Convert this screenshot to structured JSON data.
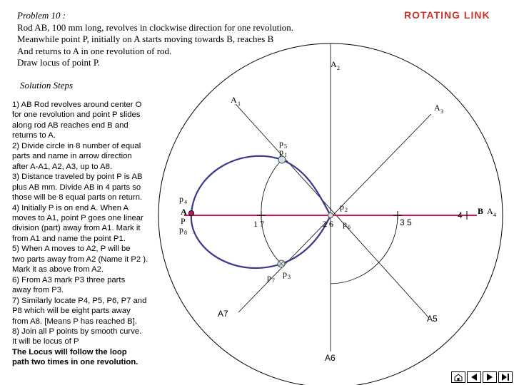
{
  "header": {
    "brand": "ROTATING LINK"
  },
  "problem": {
    "title": "Problem 10 :",
    "lines": [
      "Rod AB, 100 mm long, revolves in clockwise direction for one revolution.",
      "Meanwhile point P, initially on A starts moving towards B, reaches B",
      "And returns to A in one revolution of rod.",
      "Draw locus of point P."
    ]
  },
  "solution": {
    "title": "Solution Steps",
    "lines": [
      "1)   AB Rod revolves around center O",
      "for one revolution and point P slides",
      "along rod AB reaches end B and",
      "returns to A.",
      "2)   Divide circle in 8 number of equal",
      "parts and name in arrow direction",
      "after A-A1, A2, A3, up to A8.",
      "3)   Distance traveled by point P is AB",
      "plus AB mm. Divide AB in 4 parts so",
      "those will be  8 equal parts on return.",
      "4)   Initially P is on end A. When A",
      "moves   to A1, point P goes one linear",
      "division (part) away from A1. Mark it",
      "from A1 and name the point P1.",
      "5)   When A moves to A2, P will be",
      "two parts  away from A2 (Name it P2 ).",
      "Mark it as above from A2.",
      "6)   From A3 mark P3 three parts",
      "away from P3.",
      "7)   Similarly locate P4, P5, P6, P7 and",
      "P8 which will be eight parts away",
      "from A8. [Means P has reached B].",
      "8)   Join all P points by smooth curve.",
      "It will be locus of P"
    ],
    "conclusion": [
      "The Locus will follow the loop",
      "path two times in one revolution."
    ]
  },
  "diagram": {
    "labels": {
      "A1": "A",
      "A1_sub": "1",
      "A2": "A",
      "A2_sub": "2",
      "A3": "A",
      "A3_sub": "3",
      "A4": "A",
      "A4_sub": "4",
      "A5": "A5",
      "A6": "A6",
      "A7": "A7",
      "A": "A",
      "B": "B",
      "P": "P",
      "p4": "p",
      "p4_sub": "4",
      "p8": "p",
      "p8_sub": "8",
      "p5p1": "p",
      "p5_sub": "5",
      "p1": "p",
      "p1_sub": "1",
      "p2": "p",
      "p2_sub": "2",
      "p6": "p",
      "p6_sub": "6",
      "p7": "p",
      "p7_sub": "7",
      "p3": "p",
      "p3_sub": "3",
      "d17": "1  7",
      "d26": "2  6",
      "d35": "3 5",
      "d4": "4"
    },
    "colors": {
      "rod": "#d4145a",
      "locus": "#3a3a8c",
      "circle": "#000000",
      "marker": "#cfe0e8",
      "brand": "#d0312d"
    }
  },
  "nav": {
    "icons": [
      "home-icon",
      "previous-icon",
      "next-icon",
      "last-icon",
      "end-icon"
    ]
  }
}
